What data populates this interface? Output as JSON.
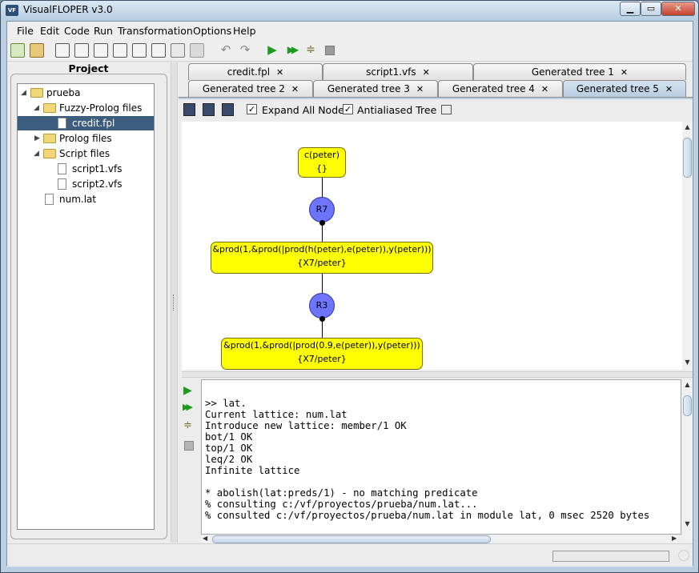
{
  "window": {
    "title": "VisualFLOPER v3.0",
    "app_icon": "VF"
  },
  "menu": [
    "File",
    "Edit",
    "Code",
    "Run",
    "Transformation",
    "Options",
    "Help"
  ],
  "toolbar_icons": [
    "new-project-icon",
    "open-project-icon",
    "new-fpl-file-icon",
    "new-pl-file-icon",
    "new-vfs-file-icon",
    "new-lat-file-icon",
    "save-icon",
    "save-all-icon",
    "close-file-icon",
    "close-all-icon",
    "undo-icon",
    "redo-icon",
    "run-icon",
    "run-all-icon",
    "step-icon",
    "stop-icon"
  ],
  "project": {
    "title": "Project",
    "tree": [
      {
        "label": "prueba",
        "type": "folder",
        "level": 0,
        "expanded": true
      },
      {
        "label": "Fuzzy-Prolog files",
        "type": "folder",
        "level": 1,
        "expanded": true
      },
      {
        "label": "credit.fpl",
        "type": "file",
        "level": 2,
        "selected": true
      },
      {
        "label": "Prolog files",
        "type": "folder",
        "level": 1,
        "expanded": false
      },
      {
        "label": "Script files",
        "type": "folder",
        "level": 1,
        "expanded": true
      },
      {
        "label": "script1.vfs",
        "type": "file",
        "level": 2
      },
      {
        "label": "script2.vfs",
        "type": "file",
        "level": 2
      },
      {
        "label": "num.lat",
        "type": "file",
        "level": 1
      }
    ]
  },
  "tabs": {
    "row1": [
      "credit.fpl",
      "script1.vfs",
      "Generated tree 1"
    ],
    "row2": [
      "Generated tree 2",
      "Generated tree 3",
      "Generated tree 4",
      "Generated tree 5"
    ],
    "active": "Generated tree 5",
    "close_symbol": "✕"
  },
  "tree_tools": {
    "expand_all_label": "Expand All Nodes",
    "expand_all_checked": true,
    "antialiased_label": "Antialiased Tree",
    "antialiased_checked": true
  },
  "derivation_tree": {
    "nodes": [
      {
        "goal": "c(peter)",
        "subst": "{}"
      },
      {
        "rule": "R7"
      },
      {
        "goal": "&prod(1,&prod(|prod(h(peter),e(peter)),y(peter)))",
        "subst": "{X7/peter}"
      },
      {
        "rule": "R3"
      },
      {
        "goal": "&prod(1,&prod(|prod(0.9,e(peter)),y(peter)))",
        "subst": "{X7/peter}"
      }
    ],
    "node_color": "#ffff00",
    "rule_color": "#6d74ff"
  },
  "console": {
    "lines": [
      ">> lat.",
      "Current lattice: num.lat",
      "Introduce new lattice: member/1 OK",
      "bot/1 OK",
      "top/1 OK",
      "leq/2 OK",
      "Infinite lattice",
      "",
      "* abolish(lat:preds/1) - no matching predicate",
      "% consulting c:/vf/proyectos/prueba/num.lat...",
      "% consulted c:/vf/proyectos/prueba/num.lat in module lat, 0 msec 2520 bytes"
    ],
    "tool_icons": [
      "run-icon",
      "run-all-icon",
      "step-icon",
      "stop-icon"
    ]
  }
}
